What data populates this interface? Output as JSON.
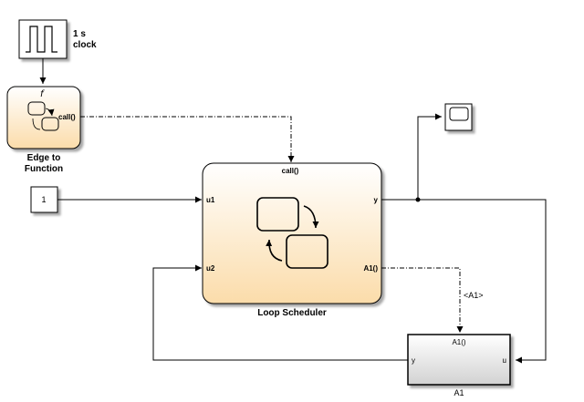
{
  "blocks": {
    "clock": {
      "label_line1": "1 s",
      "label_line2": "clock"
    },
    "edge_to_function": {
      "port_out": "call()",
      "name_line1": "Edge to",
      "name_line2": "Function"
    },
    "constant": {
      "value": "1"
    },
    "loop_scheduler": {
      "name": "Loop Scheduler",
      "trigger_port": "call()",
      "inputs": [
        "u1",
        "u2"
      ],
      "outputs": [
        "y",
        "A1()"
      ]
    },
    "a1": {
      "name": "A1",
      "trigger_port": "A1()",
      "input": "u",
      "output": "y"
    }
  },
  "signals": {
    "a1_call_label": "<A1>"
  }
}
